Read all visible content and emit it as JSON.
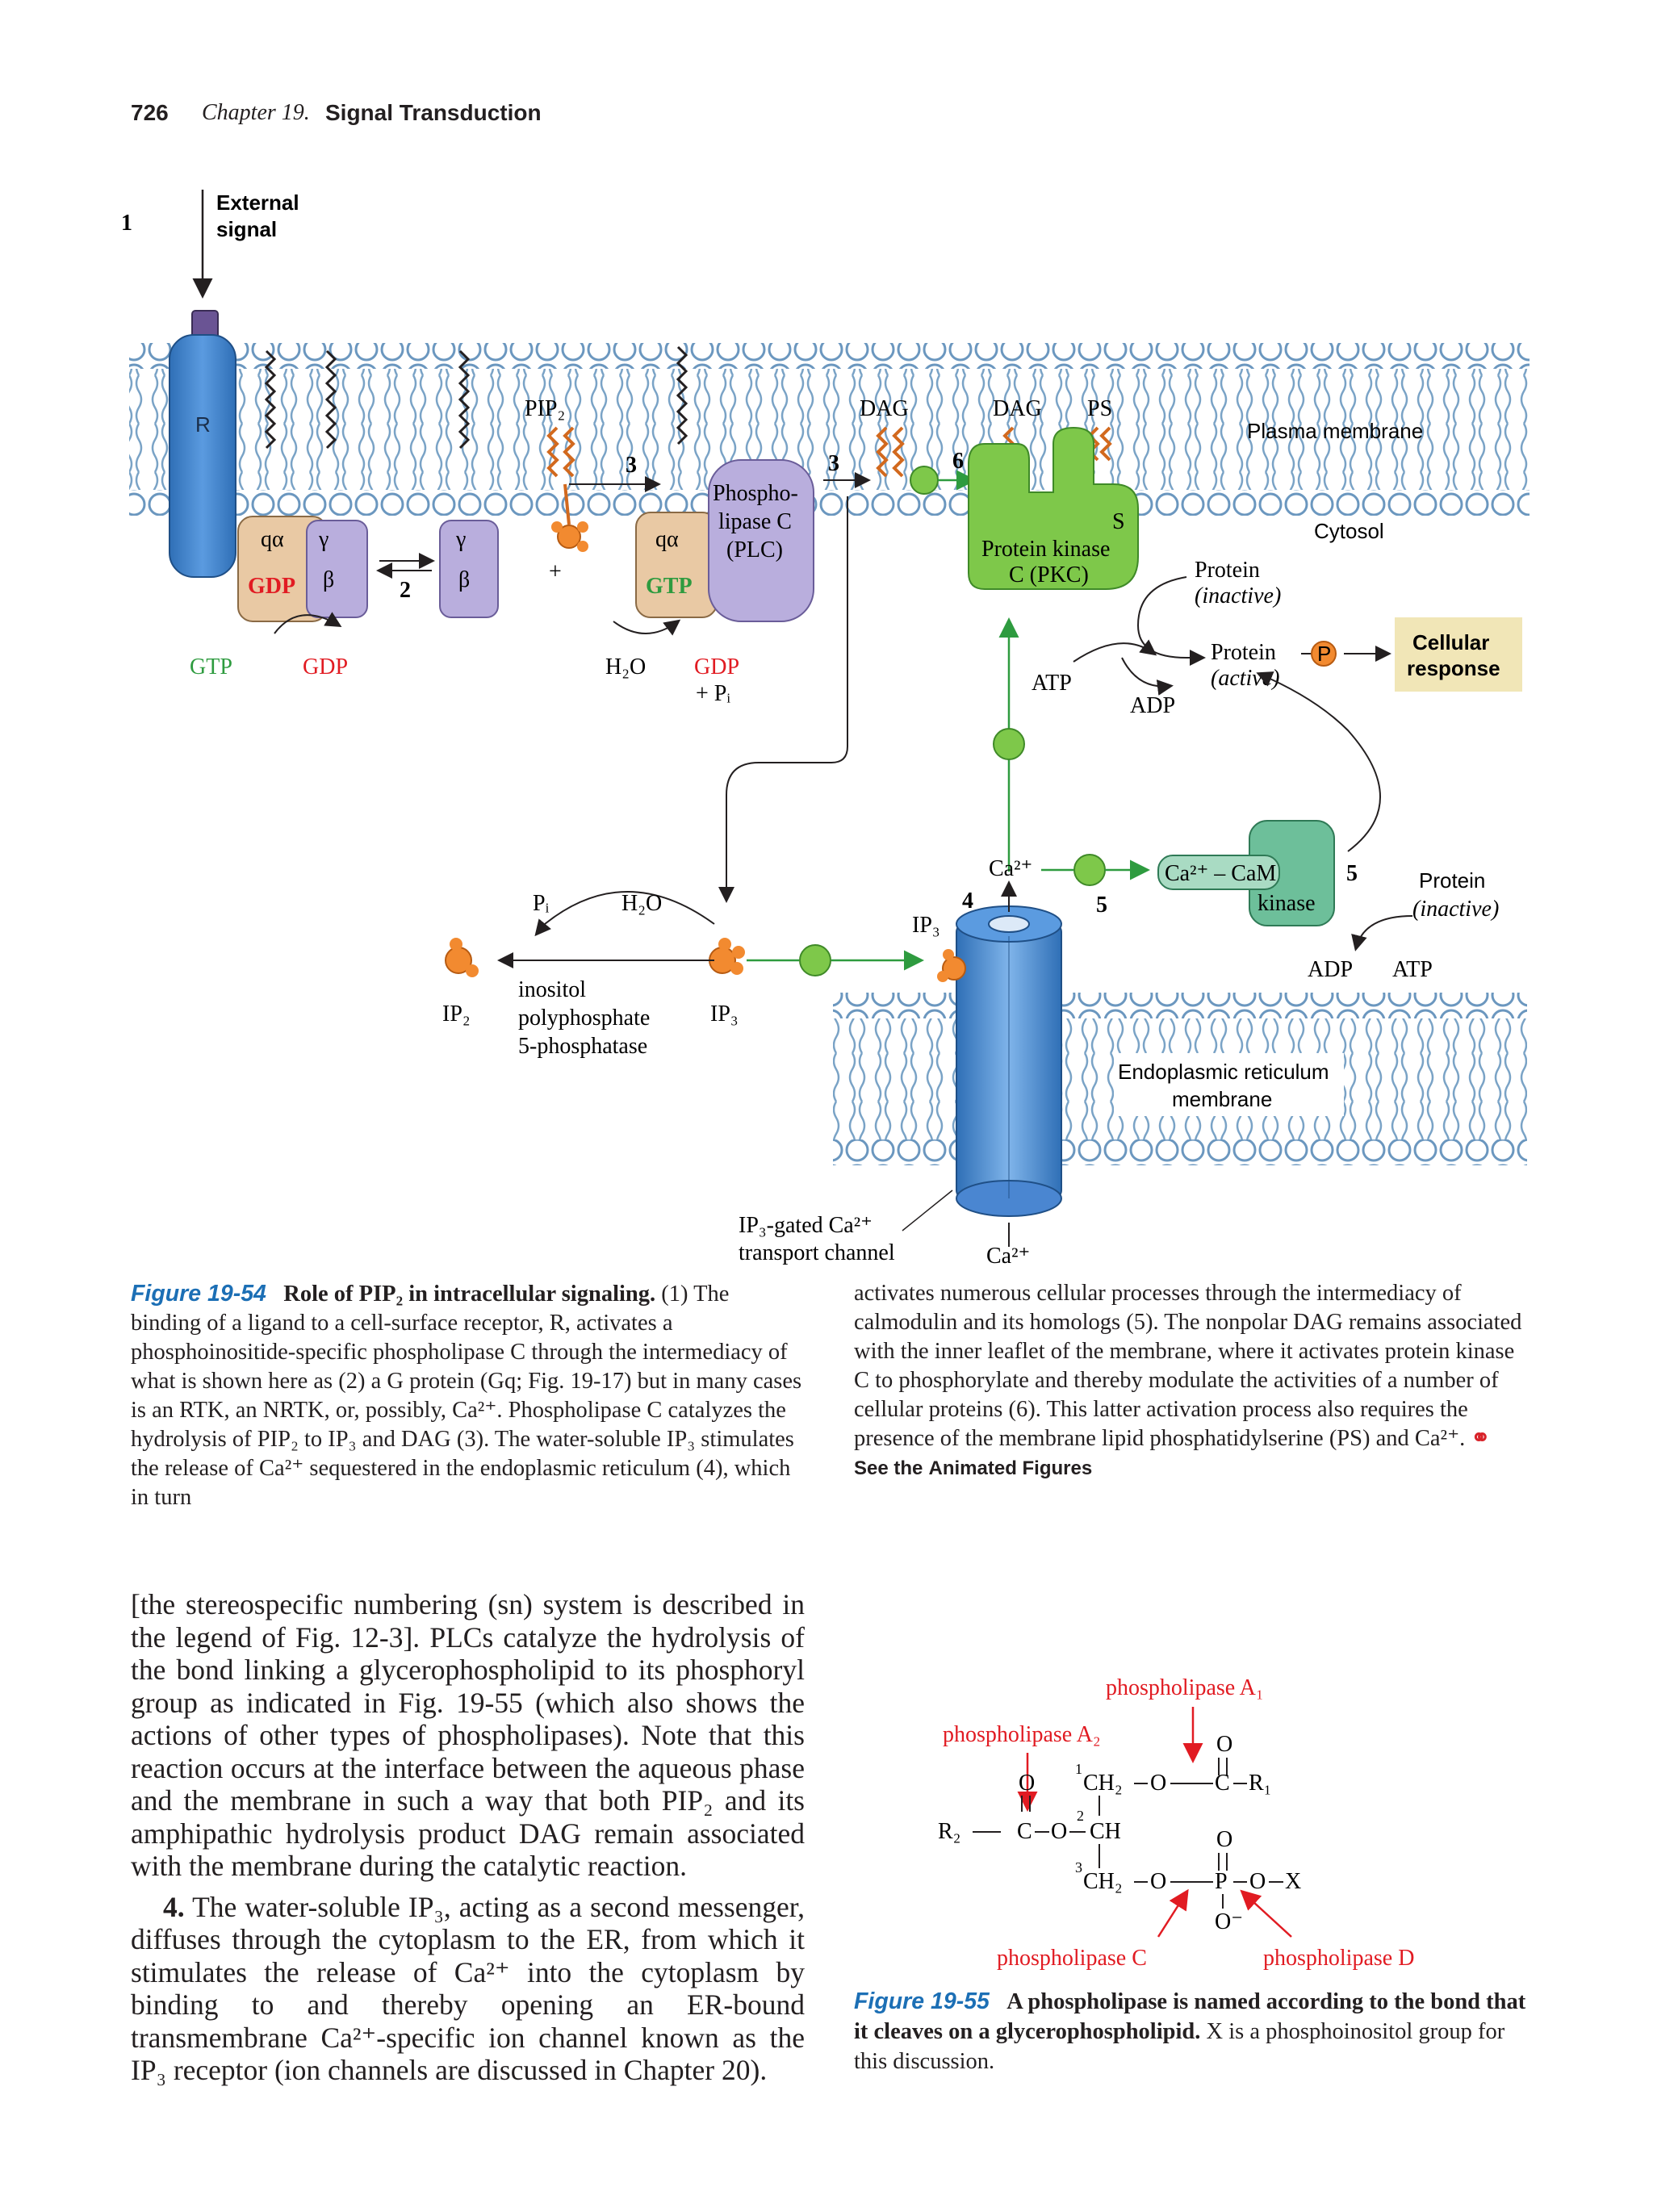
{
  "header": {
    "page_number": "726",
    "chapter": "Chapter 19.",
    "section": "Signal Transduction"
  },
  "figure54": {
    "step1": "1",
    "external_signal": [
      "External",
      "signal"
    ],
    "receptor": "R",
    "pip2": "PIP₂",
    "step3a": "3",
    "step3b": "3",
    "dag1": "DAG",
    "dag2": "DAG",
    "ps": "PS",
    "step6": "6",
    "plasma_membrane": "Plasma membrane",
    "cytosol": "Cytosol",
    "q_alpha": "qα",
    "gamma": "γ",
    "beta": "β",
    "gdp_red": "GDP",
    "gtp_green": "GTP",
    "step2": "2",
    "plus": "+",
    "plc": [
      "Phospho-",
      "lipase C",
      "(PLC)"
    ],
    "pkc": [
      "S",
      "Protein kinase",
      "C (PKC)"
    ],
    "protein_inactive_1": [
      "Protein",
      "(inactive)"
    ],
    "protein_active": [
      "Protein",
      "(active)"
    ],
    "phospho_p": "P",
    "cellular_response": [
      "Cellular",
      "response"
    ],
    "gtp": "GTP",
    "gdp": "GDP",
    "h2o": "H₂O",
    "gdp_pi": [
      "GDP",
      "+ Pᵢ"
    ],
    "atp": "ATP",
    "adp": "ADP",
    "ca2_upper": "Ca²⁺",
    "ca_cam": "Ca²⁺ – CaM",
    "kinase": "kinase",
    "step5a": "5",
    "step5b": "5",
    "protein_inactive_2": [
      "Protein",
      "(inactive)"
    ],
    "adp2": "ADP",
    "atp2": "ATP",
    "step4": "4",
    "ip3_upper": "IP₃",
    "pi": "Pᵢ",
    "h2o_2": "H₂O",
    "ip2": "IP₂",
    "phosphatase": [
      "inositol",
      "polyphosphate",
      "5-phosphatase"
    ],
    "ip3": "IP₃",
    "er_membrane": [
      "Endoplasmic reticulum",
      "membrane"
    ],
    "channel": [
      "IP₃-gated Ca²⁺",
      "transport channel"
    ],
    "ca2_lower": "Ca²⁺",
    "colors": {
      "membrane_head": "#8fb6d8",
      "receptor": "#3d7fc4",
      "gtp_green": "#2e9b3f",
      "gdp_red": "#e11b22",
      "plc_purple": "#b9aedd",
      "pkc_green": "#7ec84a",
      "cam_kinase": "#6dbf9a",
      "response_box": "#f1e6b7",
      "ip3_orange": "#f28a30",
      "channel_blue": "#4a86d1"
    }
  },
  "caption54": {
    "tag": "Figure 19-54",
    "title": "Role of PIP₂ in intracellular signaling.",
    "left": "(1) The binding of a ligand to a cell-surface receptor, R, activates a phosphoinositide-specific phospholipase C through the intermediacy of what is shown here as (2) a G protein (Gq; Fig. 19-17) but in many cases is an RTK, an NRTK, or, possibly, Ca²⁺. Phospholipase C catalyzes the hydrolysis of PIP₂ to IP₃ and DAG (3). The water-soluble IP₃ stimulates the release of Ca²⁺ sequestered in the endoplasmic reticulum (4), which in turn",
    "right": "activates numerous cellular processes through the intermediacy of calmodulin and its homologs (5). The nonpolar DAG remains associated with the inner leaflet of the membrane, where it activates protein kinase C to phosphorylate and thereby modulate the activities of a number of cellular proteins (6). This latter activation process also requires the presence of the membrane lipid phosphatidylserine (PS) and Ca²⁺.",
    "see_the": "See the",
    "animated": "Animated Figures"
  },
  "body": {
    "p1": "[the stereospecific numbering (sn) system is described in the legend of Fig. 12-3]. PLCs catalyze the hydrolysis of the bond linking a glycerophospholipid to its phosphoryl group as indicated in Fig. 19-55 (which also shows the actions of other types of phospholipases). Note that this reaction occurs at the interface between the aqueous phase and the membrane in such a way that both PIP₂ and its amphipathic hydrolysis product DAG remain associated with the membrane during the catalytic reaction.",
    "p2_num": "4.",
    "p2": "The water-soluble IP₃, acting as a second messenger, diffuses through the cytoplasm to the ER, from which it stimulates the release of Ca²⁺ into the cytoplasm by binding to and thereby opening an ER-bound transmembrane Ca²⁺-specific ion channel known as the IP₃ receptor (ion channels are discussed in Chapter 20)."
  },
  "figure55": {
    "pla1": "phospholipase A₁",
    "pla2": "phospholipase A₂",
    "plc": "phospholipase C",
    "pld": "phospholipase D",
    "o": "O",
    "ch2_1": "CH₂",
    "ch": "CH",
    "ch2_3": "CH₂",
    "r1": "R₁",
    "r2": "R₂",
    "c": "C",
    "p": "P",
    "x": "X",
    "o_minus": "O⁻",
    "n1": "1",
    "n2": "2",
    "n3": "3"
  },
  "caption55": {
    "tag": "Figure 19-55",
    "title": "A phospholipase is named according to the bond that it cleaves on a glycerophospholipid.",
    "text": "X is a phosphoinositol group for this discussion."
  }
}
